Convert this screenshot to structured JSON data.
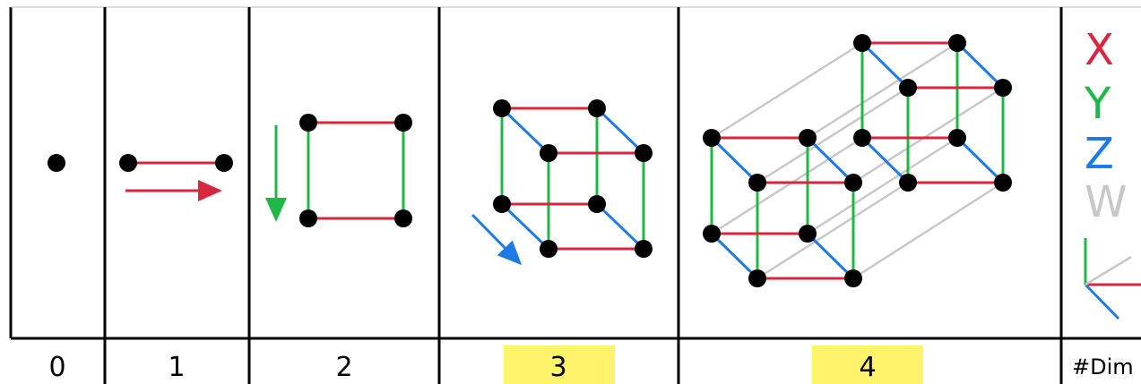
{
  "columns": [
    {
      "label": "0",
      "highlighted": false
    },
    {
      "label": "1",
      "highlighted": false
    },
    {
      "label": "2",
      "highlighted": false
    },
    {
      "label": "3",
      "highlighted": true
    },
    {
      "label": "4",
      "highlighted": true
    }
  ],
  "legend": {
    "axes": [
      {
        "letter": "X",
        "color": "#d7263d"
      },
      {
        "letter": "Y",
        "color": "#1fb847"
      },
      {
        "letter": "Z",
        "color": "#1e7be6"
      },
      {
        "letter": "W",
        "color": "#c8c8c8"
      }
    ],
    "footer_label": "#Dim"
  },
  "colors": {
    "x": "#d7263d",
    "y": "#1fb847",
    "z": "#1e7be6",
    "w": "#c8c8c8",
    "highlight": "#fff36b",
    "vertex": "#000000",
    "grid": "#000000"
  }
}
